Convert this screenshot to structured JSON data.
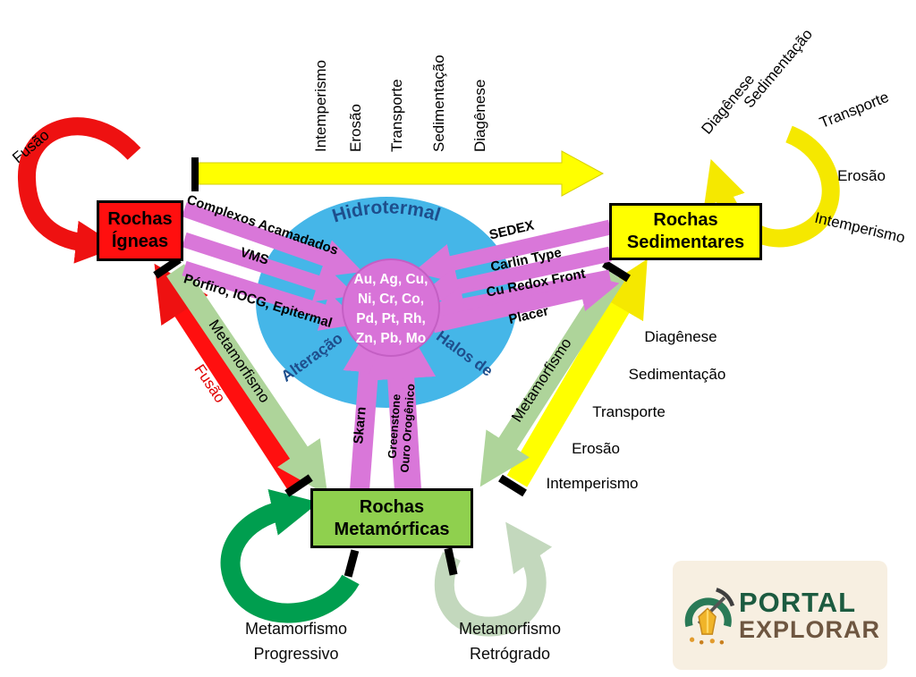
{
  "colors": {
    "igneous_red": "#ff0f0f",
    "sedimentary_yellow": "#ffff00",
    "metamorphic_green": "#8fd04e",
    "hydrothermal_blue": "#45b6e8",
    "deposit_pink": "#d977d9",
    "dark_green": "#009e4f",
    "light_green": "#aed49a"
  },
  "boxes": {
    "igneas": {
      "line1": "Rochas",
      "line2": "Ígneas"
    },
    "sedimentares": {
      "line1": "Rochas",
      "line2": "Sedimentares"
    },
    "metamorficas": {
      "line1": "Rochas",
      "line2": "Metamórficas"
    }
  },
  "center": {
    "hidrotermal": "Hidrotermal",
    "alteracao": "Alteração",
    "halos": "Halos de",
    "minerals": {
      "line1": "Au, Ag, Cu,",
      "line2": "Ni, Cr, Co,",
      "line3": "Pd, Pt, Rh,",
      "line4": "Zn, Pb, Mo"
    }
  },
  "deposits": {
    "complexos": "Complexos Acamadados",
    "vms": "VMS",
    "porfiro": "Pórfiro, IOCG, Epitermal",
    "sedex": "SEDEX",
    "carlin": "Carlin Type",
    "cu_redox": "Cu Redox Front",
    "placer": "Placer",
    "skarn": "Skarn",
    "greenstone_line1": "Greenstone",
    "greenstone_line2": "Ouro Orogênico"
  },
  "processes": {
    "fusao_top": "Fusão",
    "fusao_left": "Fusão",
    "metamorfismo_left": "Metamorfismo",
    "metamorfismo_right": "Metamorfismo",
    "prog_line1": "Metamorfismo",
    "prog_line2": "Progressivo",
    "retro_line1": "Metamorfismo",
    "retro_line2": "Retrógrado"
  },
  "top_arrow_labels": [
    "Intemperismo",
    "Erosão",
    "Transporte",
    "Sedimentação",
    "Diagênese"
  ],
  "upper_right_cycle": {
    "diagenese": "Diagênese",
    "sedimentacao": "Sedimentação",
    "transporte": "Transporte",
    "erosao": "Erosão",
    "intemperismo": "Intemperismo"
  },
  "right_side_labels": [
    "Diagênese",
    "Sedimentação",
    "Transporte",
    "Erosão",
    "Intemperismo"
  ],
  "logo": {
    "line1": "PORTAL",
    "line2": "EXPLORAR"
  }
}
